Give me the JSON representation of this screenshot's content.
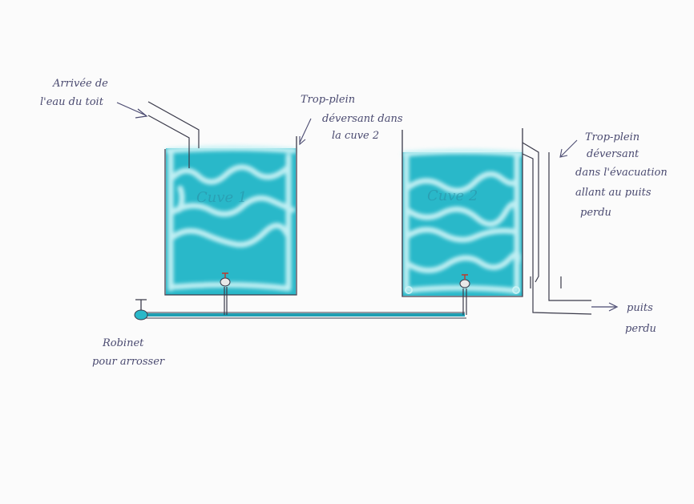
{
  "labels": {
    "inlet": [
      "Arrivée de",
      "l'eau du toit"
    ],
    "overflow1": [
      "Trop-plein",
      "déversant dans",
      "la cuve 2"
    ],
    "overflow2": [
      "Trop-plein",
      "déversant",
      "dans l'évacuation",
      "allant au puits",
      "perdu"
    ],
    "well": [
      "puits",
      "perdu"
    ],
    "tap": [
      "Robinet",
      "pour arrosser"
    ],
    "tank1": "Cuve 1",
    "tank2": "Cuve 2"
  },
  "colors": {
    "water": "#29b8c9",
    "water_highlight": "#bff0f3",
    "ink": "#4a4a70",
    "pipe": "#3a3a4a",
    "valve": "#d8d8d8",
    "tap_red": "#c0392b"
  }
}
